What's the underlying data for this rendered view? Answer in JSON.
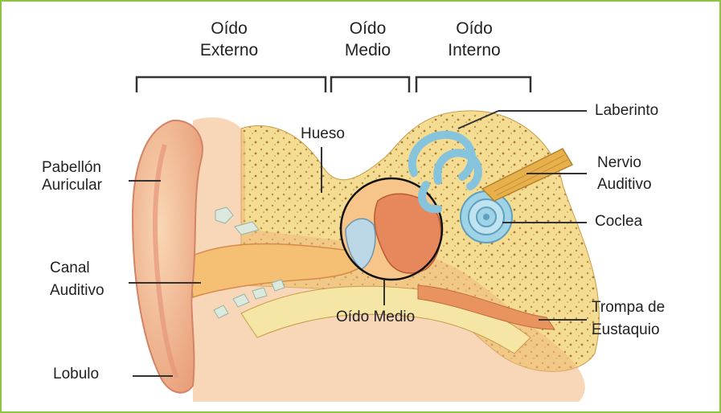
{
  "sections": {
    "outer": {
      "line1": "Oído",
      "line2": "Externo"
    },
    "middle": {
      "line1": "Oído",
      "line2": "Medio"
    },
    "inner": {
      "line1": "Oído",
      "line2": "Interno"
    }
  },
  "labels": {
    "hueso": "Hueso",
    "laberinto": "Laberinto",
    "pabellon_1": "Pabellón",
    "pabellon_2": "Auricular",
    "nervio_1": "Nervio",
    "nervio_2": "Auditivo",
    "coclea": "Coclea",
    "canal_1": "Canal",
    "canal_2": "Auditivo",
    "oido_medio": "Oído Medio",
    "trompa_1": "Trompa de",
    "trompa_2": "Eustaquio",
    "lobulo": "Lobulo"
  },
  "colors": {
    "frame": "#8cc63f",
    "skin": "#f2c08c",
    "bone": "#f3dc8e",
    "canal": "#f6c36e",
    "inner_ear": "#9fd3e6",
    "middle_ear": "#e8845a"
  }
}
